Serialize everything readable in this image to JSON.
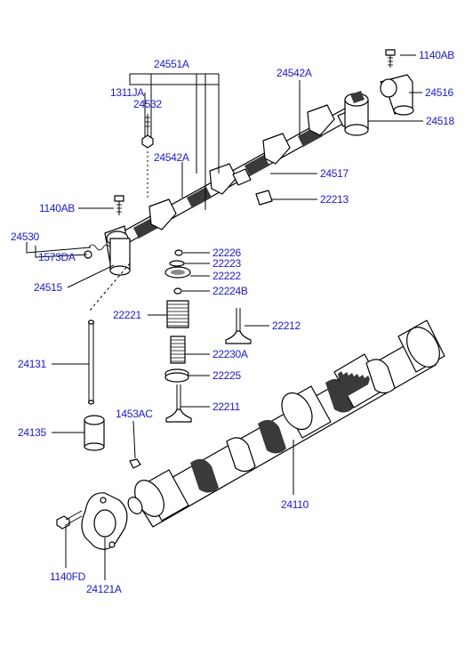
{
  "labels": {
    "l24551A": "24551A",
    "l1311JA": "1311JA",
    "l24532": "24532",
    "l24542A_top": "24542A",
    "l24542A_mid": "24542A",
    "l1140AB_top": "1140AB",
    "l24516": "24516",
    "l24518": "24518",
    "l24517": "24517",
    "l22213": "22213",
    "l1140AB_left": "1140AB",
    "l24530": "24530",
    "l1573DA": "1573DA",
    "l24515": "24515",
    "l22226": "22226",
    "l22223": "22223",
    "l22222": "22222",
    "l22224B": "22224B",
    "l22221": "22221",
    "l22212": "22212",
    "l22230A": "22230A",
    "l24131": "24131",
    "l22225": "22225",
    "l22211": "22211",
    "l1453AC": "1453AC",
    "l24135": "24135",
    "l24110": "24110",
    "l1140FD": "1140FD",
    "l24121A": "24121A"
  },
  "colors": {
    "label": "#1a1acc",
    "line": "#000000"
  }
}
